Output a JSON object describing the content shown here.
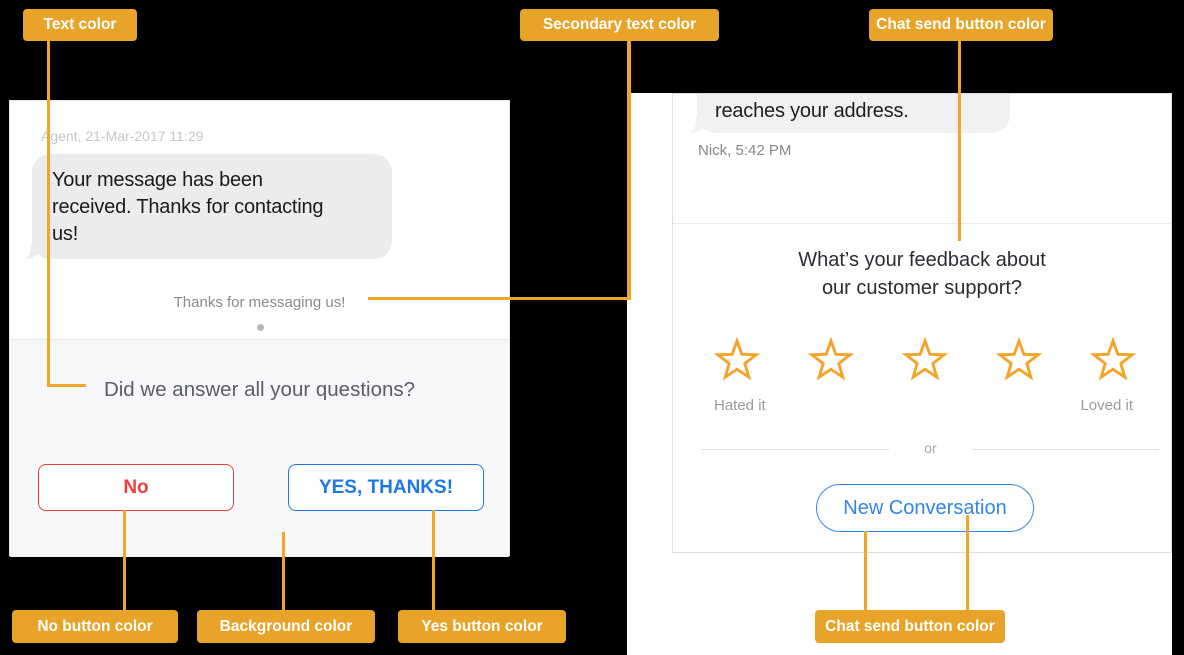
{
  "annotations": {
    "accent_color": "#E7A428",
    "line_color": "#F0A62B",
    "top_labels": {
      "text_color": "Text color",
      "secondary_text_color": "Secondary text color",
      "chat_send_button_color": "Chat send button color"
    },
    "bottom_labels": {
      "no_button_color": "No button color",
      "background_color": "Background color",
      "yes_button_color": "Yes button color",
      "chat_send_button_color": "Chat send button color"
    }
  },
  "left_chat": {
    "agent_timestamp": "Agent, 21-Mar-2017 11:29",
    "message_lines": [
      "Your message has been",
      "received. Thanks for contacting",
      "us!"
    ],
    "secondary_text": "Thanks for messaging us!",
    "question": "Did we answer all your questions?",
    "buttons": {
      "no": "No",
      "yes": "YES, THANKS!"
    },
    "colors": {
      "no_button": "#F13D3D",
      "yes_button": "#1E78E4",
      "background": "#F6F7F9"
    }
  },
  "right_chat": {
    "message_fragment": "reaches your address.",
    "user_timestamp": "Nick, 5:42 PM",
    "question_lines": [
      "What’s your feedback about",
      "our customer support?"
    ],
    "rating": {
      "star_count": 5,
      "star_icon": "star-outline",
      "low_label": "Hated it",
      "high_label": "Loved it",
      "star_color": "#F5A329"
    },
    "or_label": "or",
    "new_conversation_button": "New Conversation",
    "colors": {
      "send_button": "#3187E9"
    }
  }
}
